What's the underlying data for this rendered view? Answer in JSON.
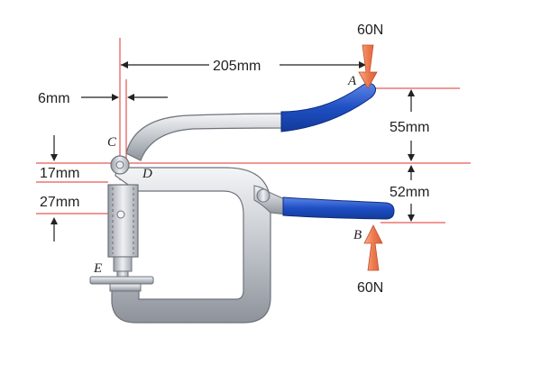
{
  "diagram": {
    "dimensions": {
      "horizontal_205": "205mm",
      "horizontal_6": "6mm",
      "vertical_55": "55mm",
      "vertical_52": "52mm",
      "vertical_17": "17mm",
      "vertical_27": "27mm"
    },
    "forces": {
      "top": "60N",
      "bottom": "60N"
    },
    "points": {
      "a": "A",
      "b": "B",
      "c": "C",
      "d": "D",
      "e": "E"
    },
    "colors": {
      "guide_line": "#e0302c",
      "grip": "#1f4fc4",
      "metal": "#c8ccd2",
      "force_arrow": "#f08a5d"
    }
  }
}
